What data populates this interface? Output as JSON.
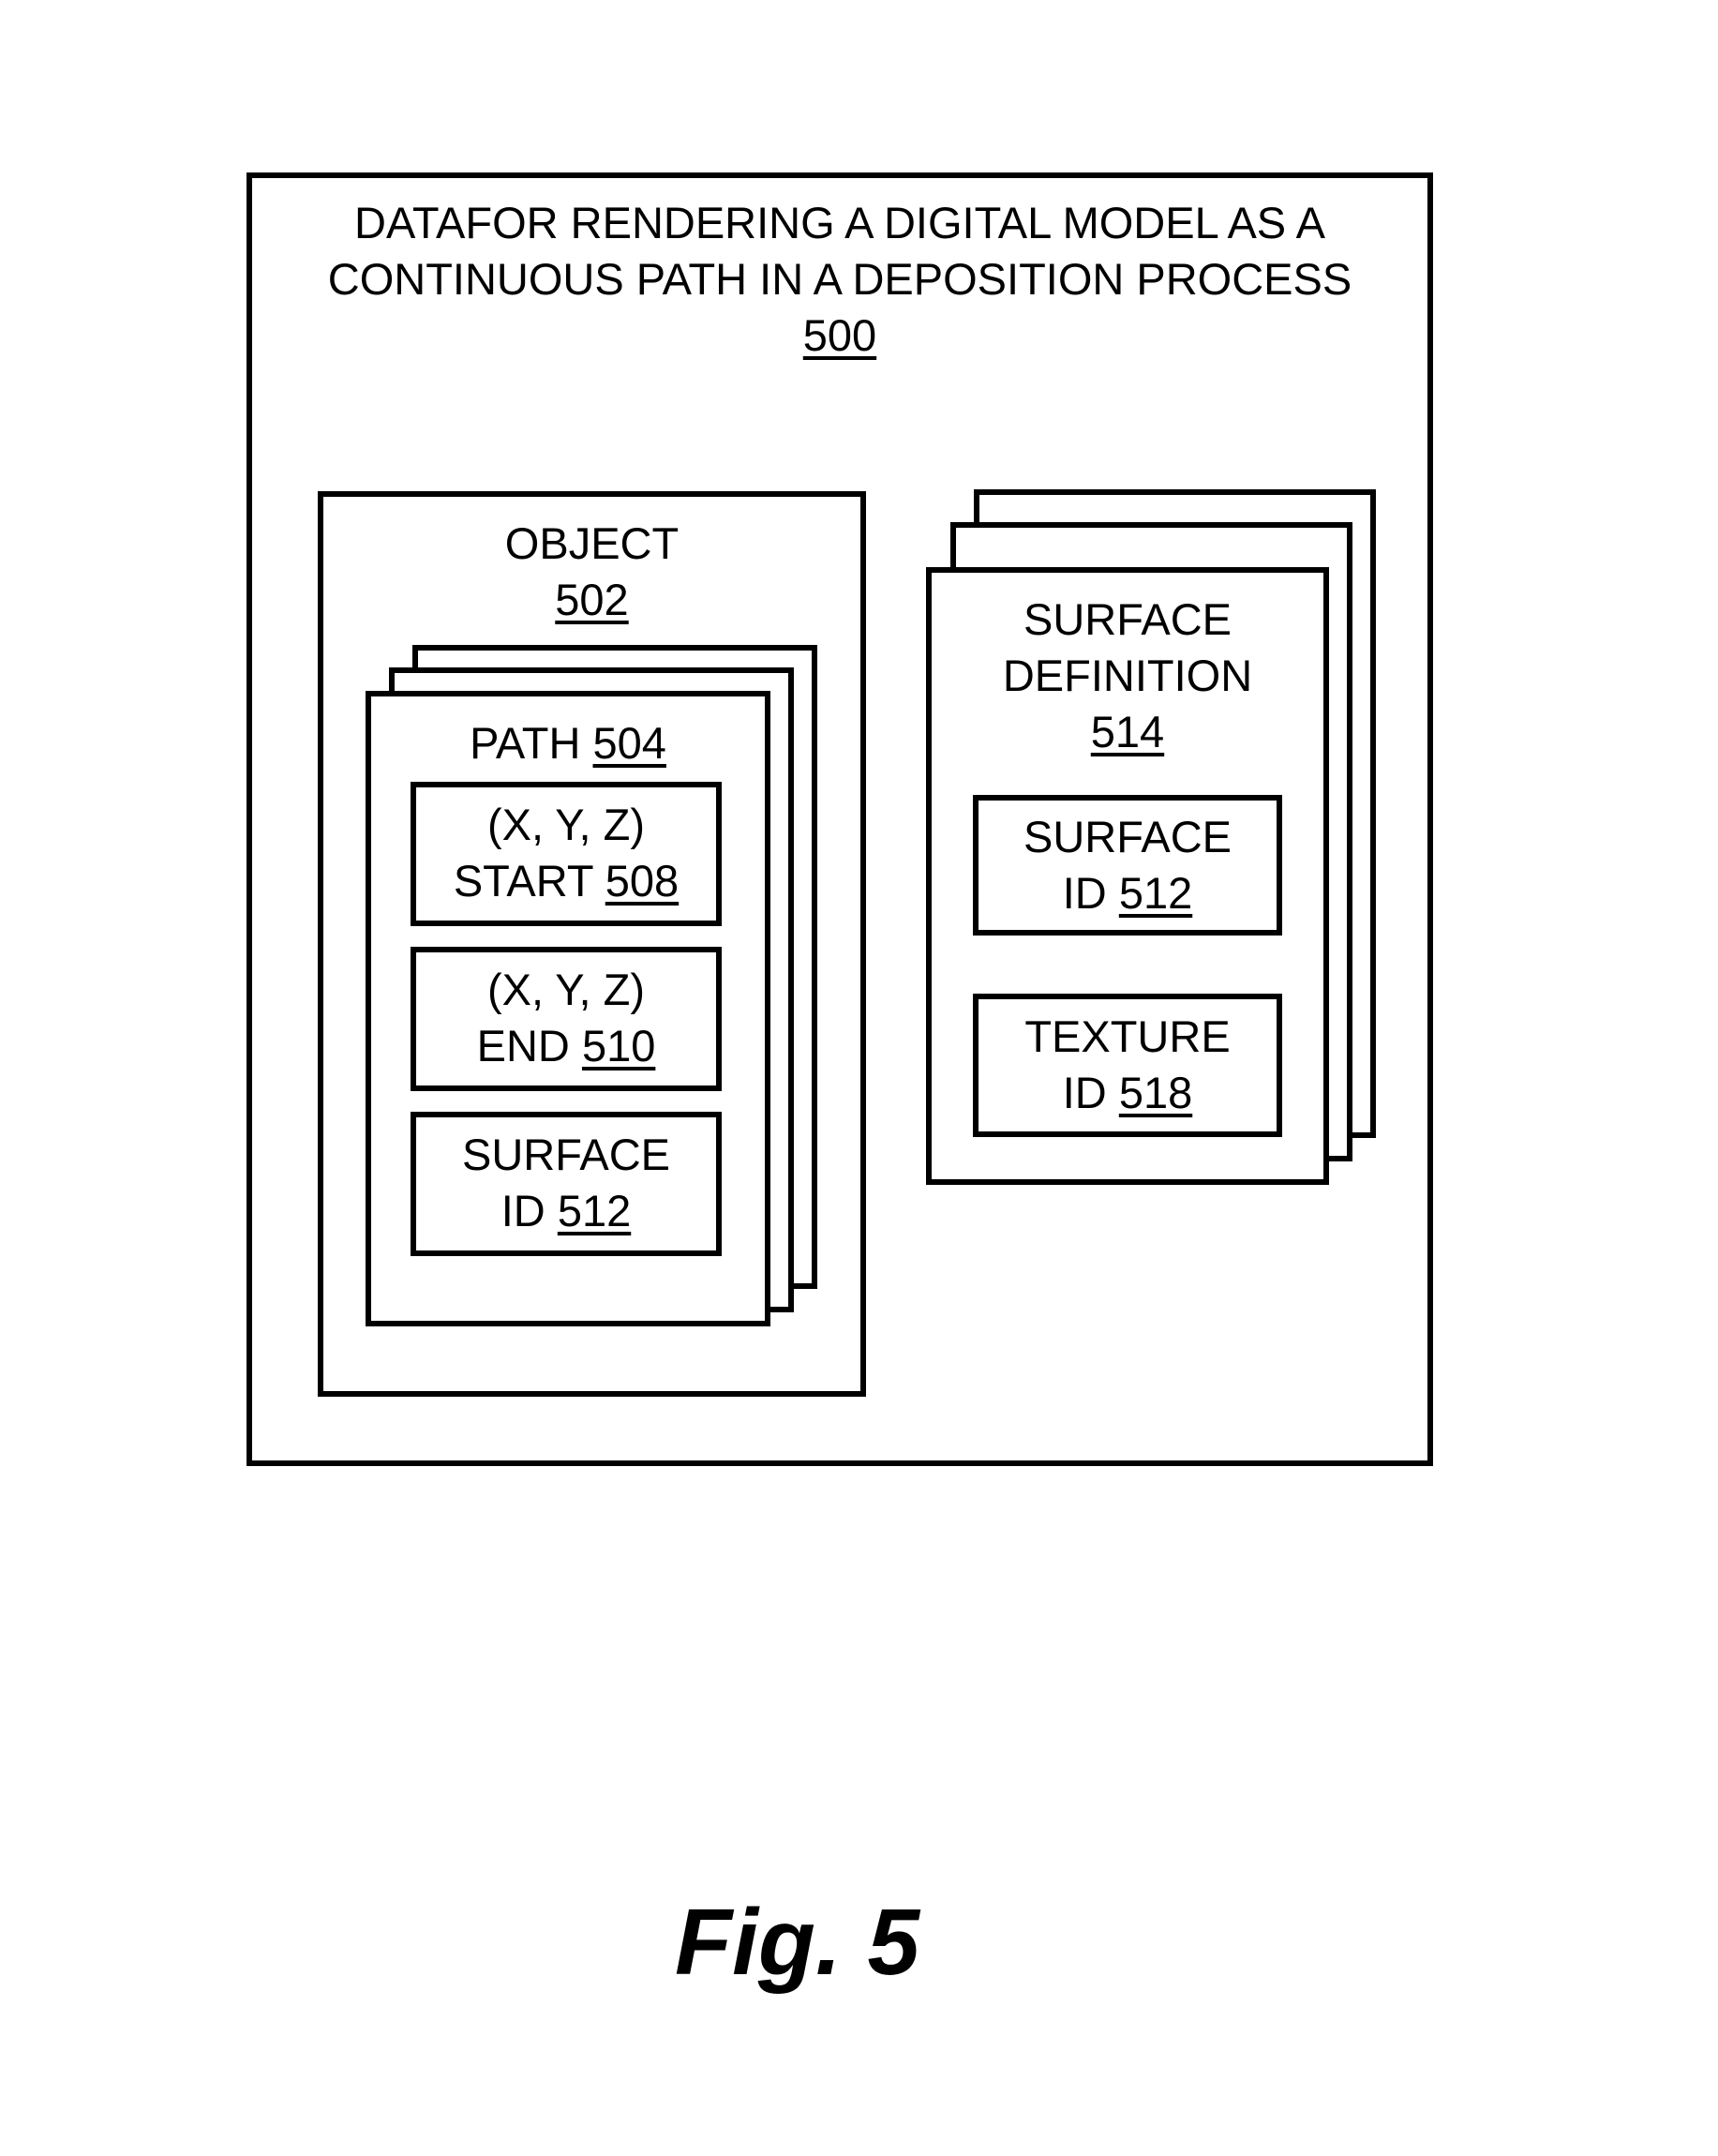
{
  "figure": {
    "label": "Fig. 5"
  },
  "outer": {
    "title_line1": "DATAFOR RENDERING A DIGITAL MODEL AS A",
    "title_line2": "CONTINUOUS PATH IN A DEPOSITION PROCESS",
    "ref": "500"
  },
  "object": {
    "title": "OBJECT",
    "ref": "502",
    "path": {
      "title": "PATH",
      "ref": "504",
      "fields": [
        {
          "line1": "(X, Y, Z)",
          "line2": "START",
          "ref": "508"
        },
        {
          "line1": "(X, Y, Z)",
          "line2": "END",
          "ref": "510"
        },
        {
          "line1": "SURFACE",
          "line2": "ID",
          "ref": "512"
        }
      ]
    }
  },
  "surface_definition": {
    "title_line1": "SURFACE",
    "title_line2": "DEFINITION",
    "ref": "514",
    "fields": [
      {
        "line1": "SURFACE",
        "line2": "ID",
        "ref": "512"
      },
      {
        "line1": "TEXTURE",
        "line2": "ID",
        "ref": "518"
      }
    ]
  }
}
